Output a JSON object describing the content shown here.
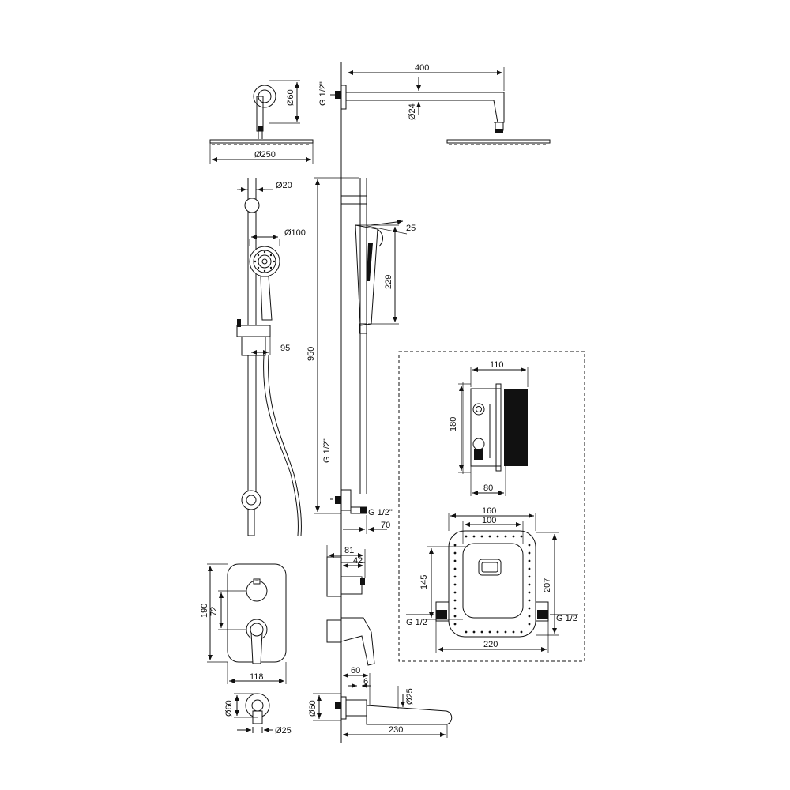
{
  "dimensions": {
    "arm_length": "400",
    "arm_diameter": "Ø24",
    "wall_flange_diameter": "Ø60",
    "top_thread": "G 1/2\"",
    "head_diameter": "Ø250",
    "rail_diameter": "Ø20",
    "hand_shower_diameter": "Ø100",
    "angle": "25",
    "hand_shower_length": "229",
    "rail_height": "950",
    "bracket_projection": "95",
    "side_thread": "G 1/2\"",
    "outlet_thread": "G 1/2\"",
    "outlet_projection": "70",
    "box_width": "110",
    "box_height": "180",
    "box_depth": "80",
    "frame_outer_width": "160",
    "frame_inner_width": "100",
    "frame_height_inner": "145",
    "frame_height_outer": "207",
    "frame_bottom_width": "220",
    "frame_left_thread": "G 1/2",
    "frame_right_thread": "G 1/2",
    "plate_height": "190",
    "lever_spacing": "72",
    "plate_width": "118",
    "mixer_depth": "81",
    "mixer_depth_inner": "42",
    "spout_flange": "Ø60",
    "spout_diameter": "Ø25",
    "spout_length": "230",
    "spout_depth": "60",
    "spout_offset": "6",
    "elbow_flange": "Ø60",
    "elbow_outlet": "Ø25"
  }
}
